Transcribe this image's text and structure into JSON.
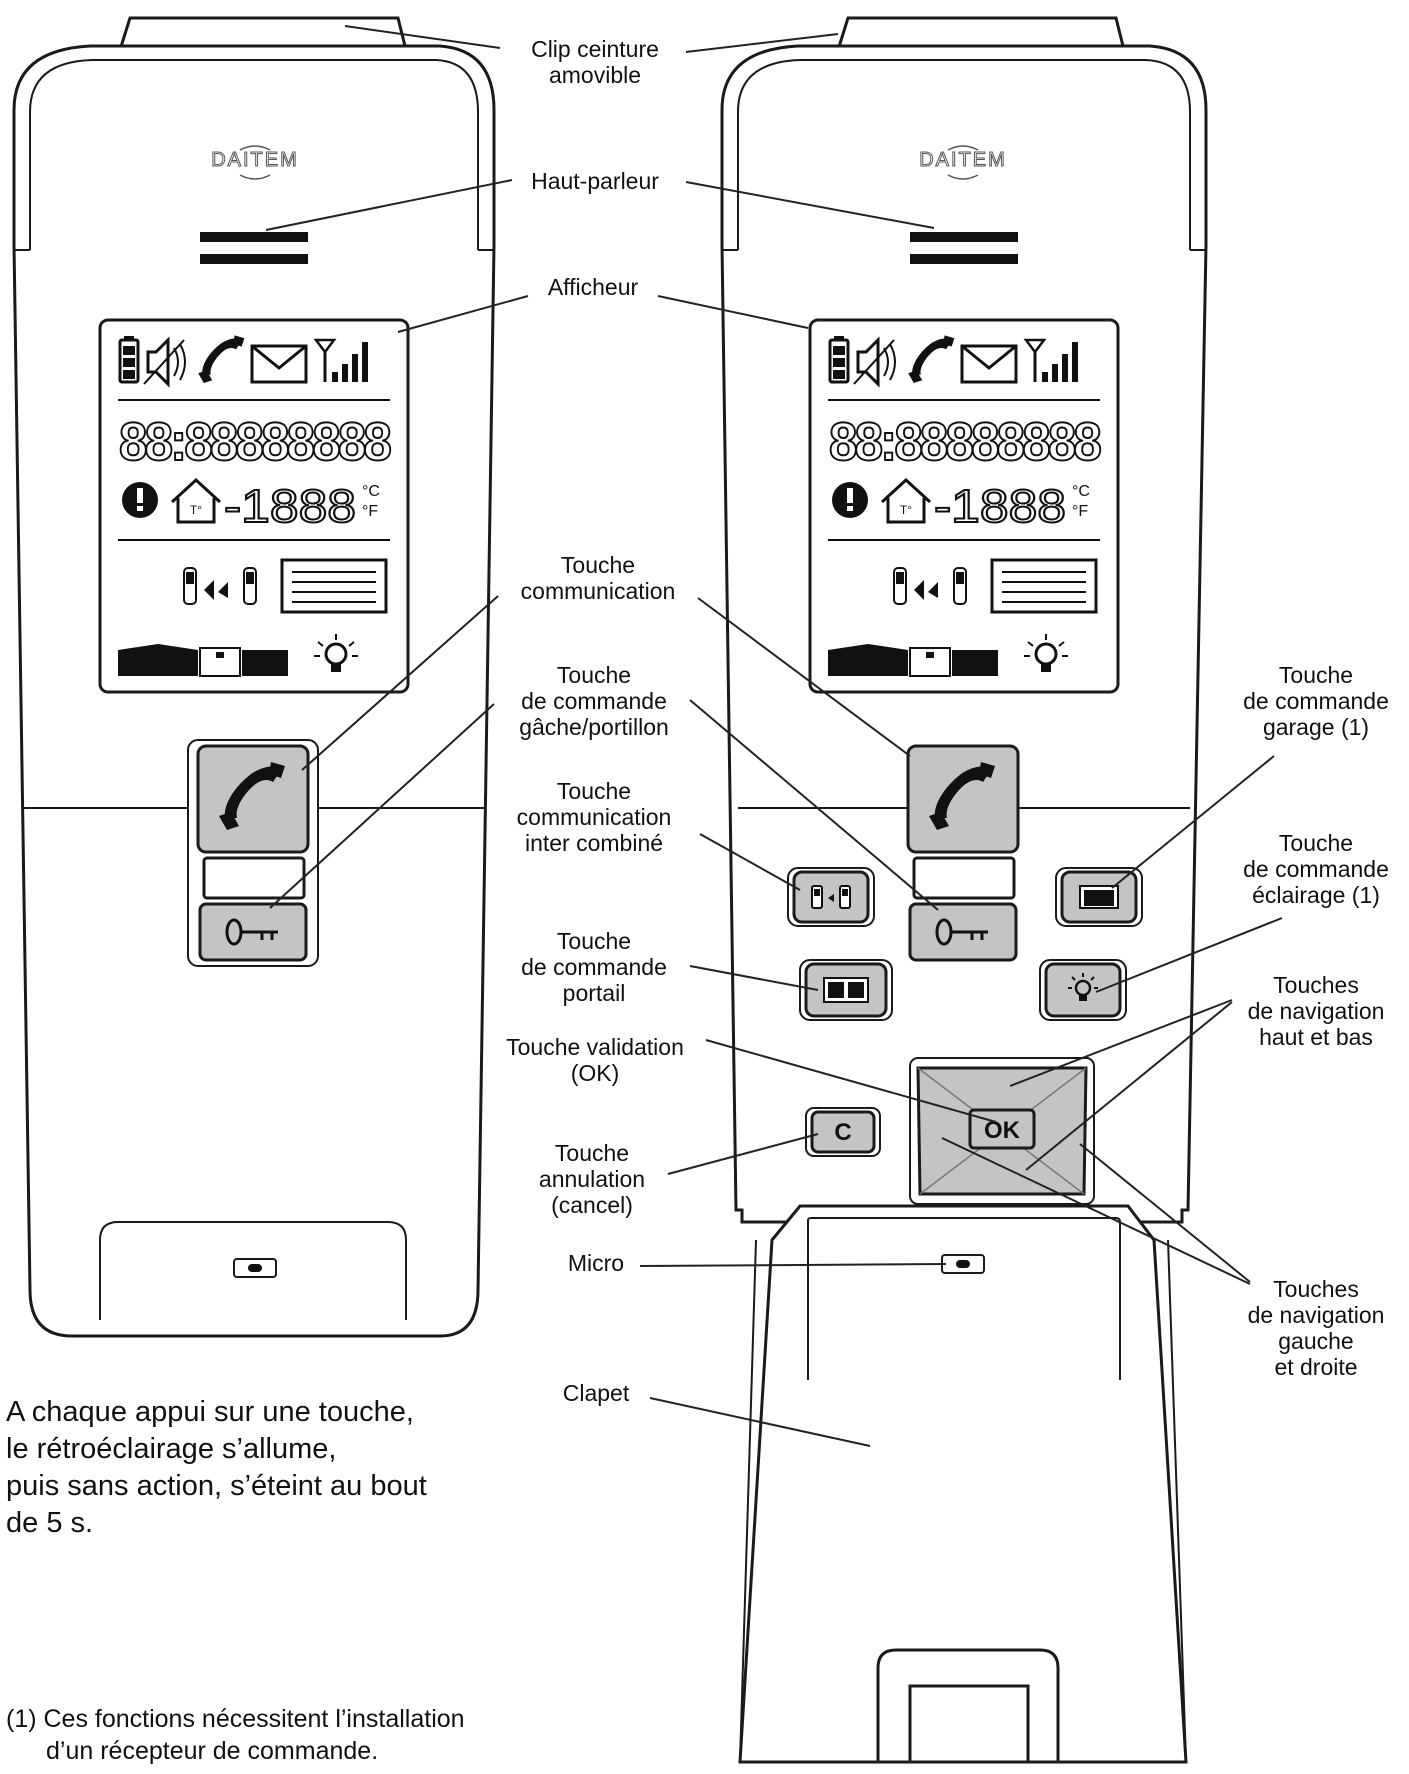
{
  "brand": "DAITEM",
  "display": {
    "segments": "88:88888888",
    "temperature": "-1888",
    "temp_unit_c": "°C",
    "temp_unit_f": "°F",
    "thermo_label": "T°"
  },
  "buttons": {
    "ok": "OK",
    "cancel": "C",
    "key_symbol": "0—"
  },
  "labels": {
    "clip": [
      "Clip ceinture",
      "amovible"
    ],
    "haut_parleur": [
      "Haut-parleur"
    ],
    "afficheur": [
      "Afficheur"
    ],
    "communication": [
      "Touche",
      "communication"
    ],
    "gache": [
      "Touche",
      "de commande",
      "gâche/portillon"
    ],
    "inter": [
      "Touche",
      "communication",
      "inter combiné"
    ],
    "portail": [
      "Touche",
      "de commande",
      "portail"
    ],
    "validation": [
      "Touche validation",
      "(OK)"
    ],
    "annulation": [
      "Touche",
      "annulation",
      "(cancel)"
    ],
    "micro": [
      "Micro"
    ],
    "clapet": [
      "Clapet"
    ],
    "garage": [
      "Touche",
      "de commande",
      "garage (1)"
    ],
    "eclairage": [
      "Touche",
      "de commande",
      "éclairage (1)"
    ],
    "nav_hb": [
      "Touches",
      "de navigation",
      "haut et bas"
    ],
    "nav_gd": [
      "Touches",
      "de navigation",
      "gauche",
      "et droite"
    ]
  },
  "paragraph": [
    "A chaque appui sur une touche,",
    "le rétroéclairage s’allume,",
    "puis sans action, s’éteint au bout",
    "de 5 s."
  ],
  "footnote": [
    "(1) Ces fonctions nécessitent l’installation",
    "d’un récepteur de commande."
  ],
  "colors": {
    "outline": "#1a1a1a",
    "button_fill": "#c4c4c4",
    "line": "#222222"
  },
  "icons": [
    "battery-icon",
    "mute-icon",
    "phone-icon",
    "mail-icon",
    "signal-icon",
    "alert-icon",
    "house-icon",
    "handset-icon",
    "door-icon",
    "gate-icon",
    "bulb-icon",
    "garage-icon"
  ]
}
